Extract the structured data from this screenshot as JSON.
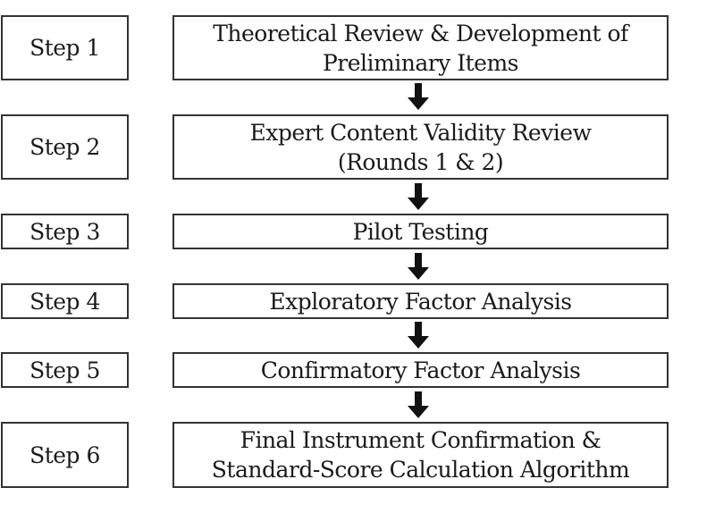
{
  "diagram": {
    "type": "flowchart",
    "direction": "top-to-bottom",
    "steps": [
      {
        "label": "Step 1",
        "lines": [
          "Theoretical Review & Development of",
          "Preliminary Items"
        ]
      },
      {
        "label": "Step 2",
        "lines": [
          "Expert Content Validity Review",
          "(Rounds 1 & 2)"
        ]
      },
      {
        "label": "Step 3",
        "lines": [
          "Pilot Testing"
        ]
      },
      {
        "label": "Step 4",
        "lines": [
          "Exploratory Factor Analysis"
        ]
      },
      {
        "label": "Step 5",
        "lines": [
          "Confirmatory Factor Analysis"
        ]
      },
      {
        "label": "Step 6",
        "lines": [
          "Final Instrument Confirmation &",
          "Standard-Score Calculation Algorithm"
        ]
      }
    ],
    "arrow_icon": "down-arrow-icon",
    "colors": {
      "border": "#333333",
      "text": "#1a1a1a",
      "background": "#ffffff"
    }
  }
}
